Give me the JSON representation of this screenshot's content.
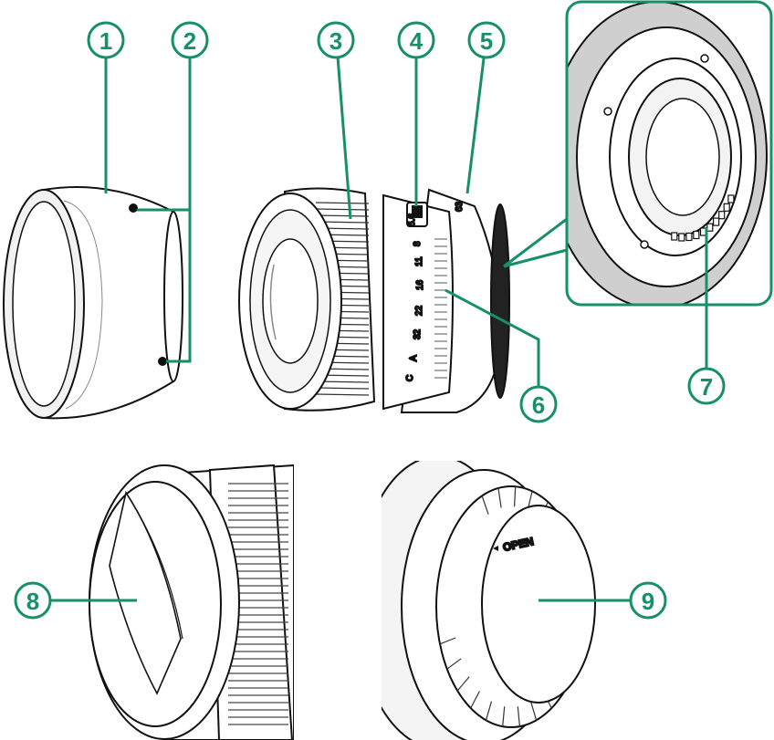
{
  "colors": {
    "accent": "#17906a",
    "callout_fill": "#ffffff",
    "line_art": "#111111",
    "shade": "#cfcfcf",
    "ribbing": "#e6e6e6"
  },
  "callouts": [
    {
      "number": "1",
      "part": "lens hood"
    },
    {
      "number": "2",
      "part": "hood mounting points"
    },
    {
      "number": "3",
      "part": "focus ring"
    },
    {
      "number": "4",
      "part": "aperture switch"
    },
    {
      "number": "5",
      "part": "mounting index"
    },
    {
      "number": "6",
      "part": "aperture ring"
    },
    {
      "number": "7",
      "part": "lens signal contacts"
    },
    {
      "number": "8",
      "part": "front lens cap"
    },
    {
      "number": "9",
      "part": "rear lens cap"
    }
  ],
  "aperture_scale": [
    "C",
    "A",
    "32",
    "22",
    "16",
    "11",
    "8",
    "5.6"
  ],
  "index_mark": "63",
  "rear_cap_label": "OPEN"
}
